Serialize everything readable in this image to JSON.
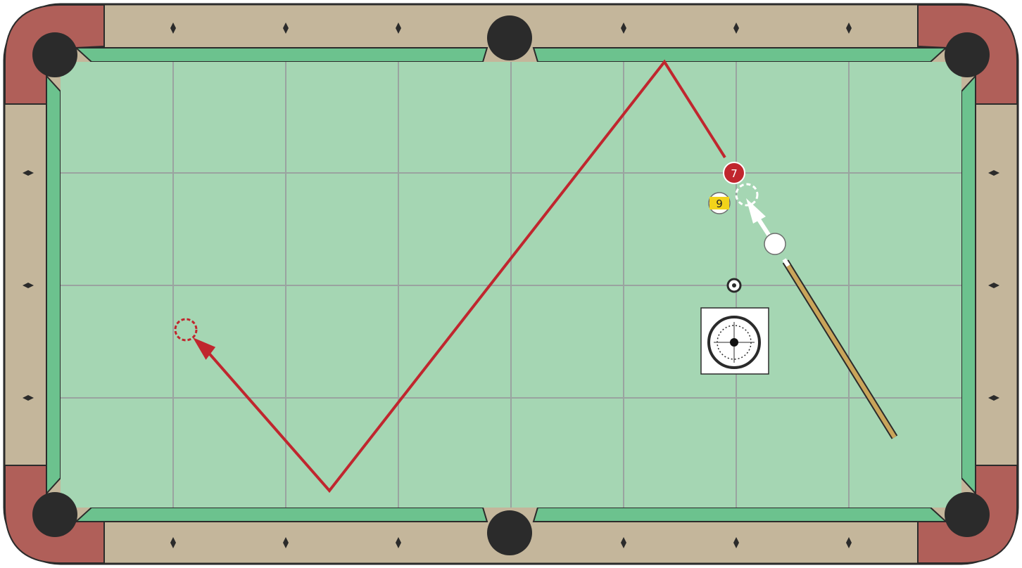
{
  "diagram": {
    "colors": {
      "rail_wood": "#c4b69b",
      "corner_red": "#b05f59",
      "cushion_green": "#6cc28e",
      "felt": "#a5d6b3",
      "grid_line": "#9aa3a0",
      "pocket": "#2b2b2b",
      "path_red": "#c0262e",
      "ghost_white": "#ffffff",
      "cue_wood": "#c9a55a"
    },
    "balls": [
      {
        "name": "object-ball-7",
        "label": "7",
        "color": "#c0262e",
        "text_color": "#ffffff"
      },
      {
        "name": "object-ball-9",
        "label": "9",
        "color": "#f2d31b",
        "text_color": "#222222"
      },
      {
        "name": "cue-ball",
        "label": "",
        "color": "#ffffff",
        "text_color": "#222222"
      }
    ],
    "cue_tip_hint": "center-hit",
    "icons": [
      "diamond-marker-icon",
      "pocket-icon",
      "ghost-ball-icon",
      "aim-arrow-icon",
      "cue-stick-icon",
      "spot-target-icon",
      "cue-tip-position-icon"
    ]
  }
}
